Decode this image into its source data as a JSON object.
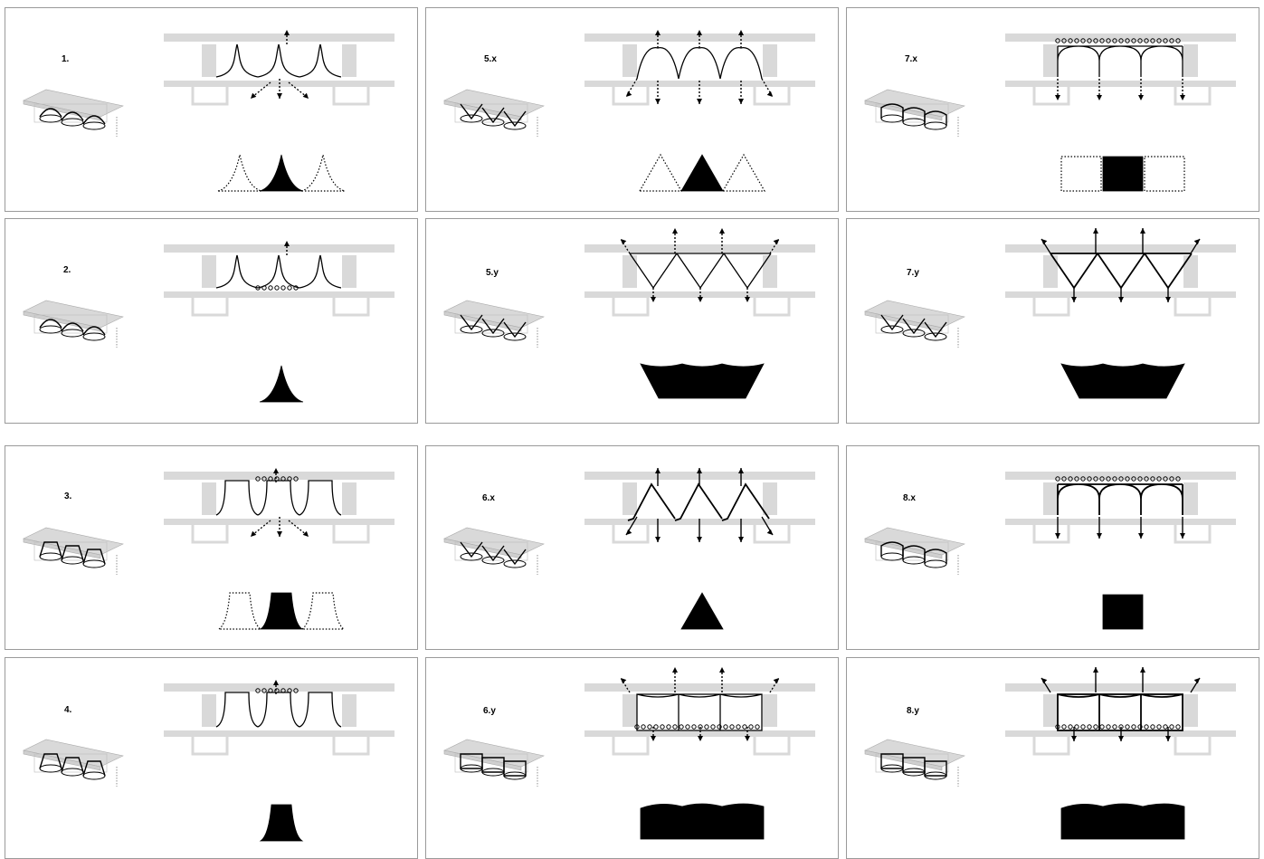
{
  "panels": [
    {
      "label": "1.",
      "profile": "cusp",
      "mode": "web",
      "footprint": "cusp-dotted"
    },
    {
      "label": "5.x",
      "profile": "arches",
      "mode": "x",
      "footprint": "triangle-dotted"
    },
    {
      "label": "7.x",
      "profile": "round",
      "mode": "x-round",
      "footprint": "square-dotted"
    },
    {
      "label": "2.",
      "profile": "cusp",
      "mode": "single",
      "footprint": "cusp"
    },
    {
      "label": "5.y",
      "profile": "v",
      "mode": "y",
      "footprint": "trapezoid"
    },
    {
      "label": "7.y",
      "profile": "v",
      "mode": "y-bold",
      "footprint": "trapezoid"
    },
    {
      "label": "3.",
      "profile": "flare",
      "mode": "web",
      "footprint": "flare-dotted"
    },
    {
      "label": "6.x",
      "profile": "zigzag",
      "mode": "x-bold",
      "footprint": "triangle"
    },
    {
      "label": "8.x",
      "profile": "round",
      "mode": "x-round-bold",
      "footprint": "square"
    },
    {
      "label": "4.",
      "profile": "flare",
      "mode": "single",
      "footprint": "flare"
    },
    {
      "label": "6.y",
      "profile": "box",
      "mode": "y",
      "footprint": "wave-rect"
    },
    {
      "label": "8.y",
      "profile": "box",
      "mode": "y-bold",
      "footprint": "wave-rect"
    }
  ]
}
